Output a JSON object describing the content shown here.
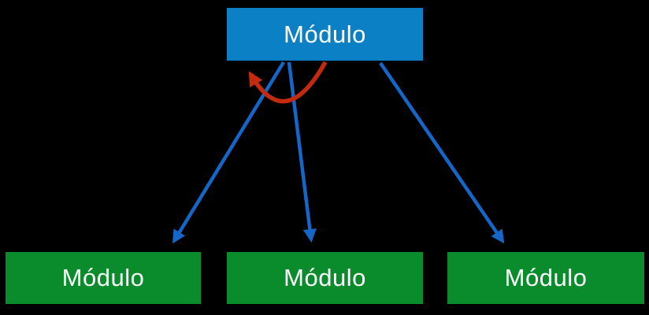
{
  "page": {
    "background_color": "#000000"
  },
  "diagram": {
    "type": "module-hierarchy",
    "root": {
      "label": "Módulo",
      "fill": "#0b80c5",
      "text_color": "#ffffff"
    },
    "children": [
      {
        "label": "Módulo",
        "fill": "#0a8c2c",
        "text_color": "#ffffff"
      },
      {
        "label": "Módulo",
        "fill": "#0a8c2c",
        "text_color": "#ffffff"
      },
      {
        "label": "Módulo",
        "fill": "#0a8c2c",
        "text_color": "#ffffff"
      }
    ],
    "edges": [
      {
        "from": "root",
        "to": "child-1",
        "shape": "straight-arrow",
        "color": "#1467c8"
      },
      {
        "from": "root",
        "to": "child-2",
        "shape": "straight-arrow",
        "color": "#1467c8"
      },
      {
        "from": "root",
        "to": "child-3",
        "shape": "straight-arrow",
        "color": "#1467c8"
      },
      {
        "from": "root",
        "to": "root",
        "shape": "curved-self-loop-arrow",
        "color": "#c22b0d"
      }
    ]
  }
}
